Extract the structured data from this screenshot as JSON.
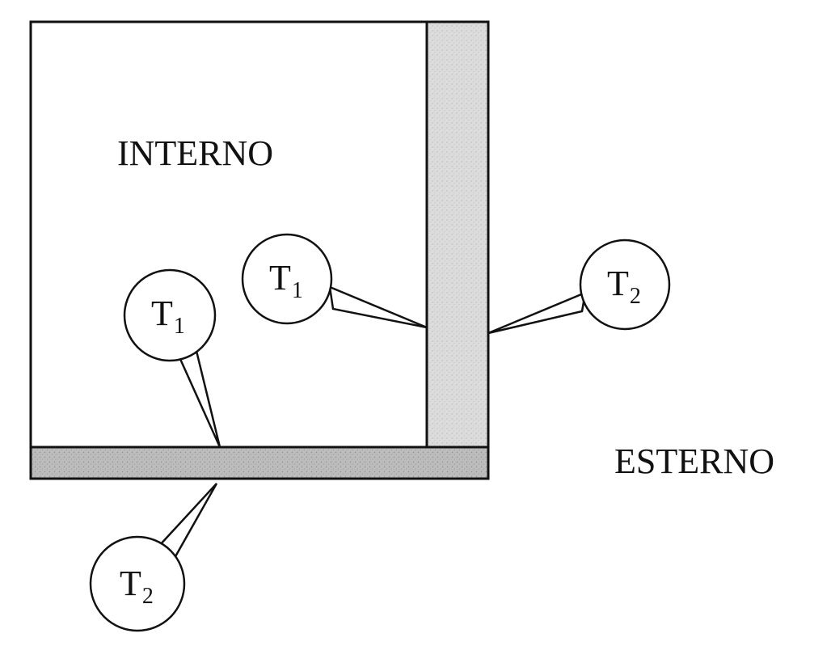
{
  "regions": {
    "inside": "INTERNO",
    "outside": "ESTERNO"
  },
  "callouts": {
    "wall_inner": {
      "letter": "T",
      "sub": "1"
    },
    "wall_outer": {
      "letter": "T",
      "sub": "2"
    },
    "floor_inner": {
      "letter": "T",
      "sub": "1"
    },
    "floor_outer": {
      "letter": "T",
      "sub": "2"
    }
  },
  "colors": {
    "line": "#111111",
    "wall_fill": "#d9d9d9",
    "floor_fill": "#bdbdbd",
    "background": "#ffffff"
  }
}
